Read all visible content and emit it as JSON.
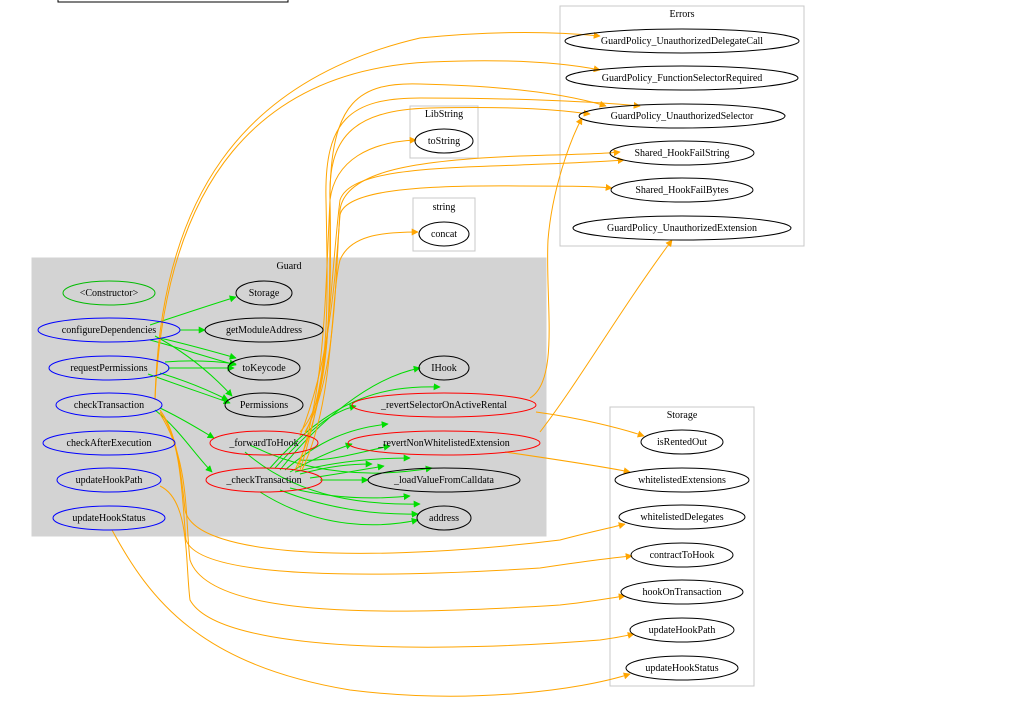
{
  "colors": {
    "internal_call": "#00dd00",
    "external_call": "#ffa500",
    "public_function": "#0000ff",
    "internal_function": "#ff0000",
    "constructor": "#00bb00",
    "plain_node": "#000000",
    "guard_fill": "#d3d3d3",
    "cluster_border": "#c8c8c8"
  },
  "clusters": {
    "errors": "Errors",
    "libstring": "LibString",
    "string": "string",
    "guard": "Guard",
    "storage": "Storage"
  },
  "nodes": {
    "err_delegate_call": "GuardPolicy_UnauthorizedDelegateCall",
    "err_selector_required": "GuardPolicy_FunctionSelectorRequired",
    "err_unauth_selector": "GuardPolicy_UnauthorizedSelector",
    "err_hook_fail_string": "Shared_HookFailString",
    "err_hook_fail_bytes": "Shared_HookFailBytes",
    "err_unauth_extension": "GuardPolicy_UnauthorizedExtension",
    "lib_tostring": "toString",
    "str_concat": "concat",
    "constructor": "<Constructor>",
    "configure_dependencies": "configureDependencies",
    "request_permissions": "requestPermissions",
    "check_transaction": "checkTransaction",
    "check_after_execution": "checkAfterExecution",
    "update_hook_path": "updateHookPath",
    "update_hook_status": "updateHookStatus",
    "storage_call": "Storage",
    "get_module_address": "getModuleAddress",
    "to_keycode": "toKeycode",
    "permissions": "Permissions",
    "forward_to_hook": "_forwardToHook",
    "internal_check_transaction": "_checkTransaction",
    "ihook": "IHook",
    "revert_selector_active_rental": "_revertSelectorOnActiveRental",
    "revert_non_whitelisted_extension": "_revertNonWhitelistedExtension",
    "load_value_from_calldata": "_loadValueFromCalldata",
    "address": "address",
    "st_is_rented_out": "isRentedOut",
    "st_whitelisted_extensions": "whitelistedExtensions",
    "st_whitelisted_delegates": "whitelistedDelegates",
    "st_contract_to_hook": "contractToHook",
    "st_hook_on_transaction": "hookOnTransaction",
    "st_update_hook_path": "updateHookPath",
    "st_update_hook_status": "updateHookStatus"
  }
}
